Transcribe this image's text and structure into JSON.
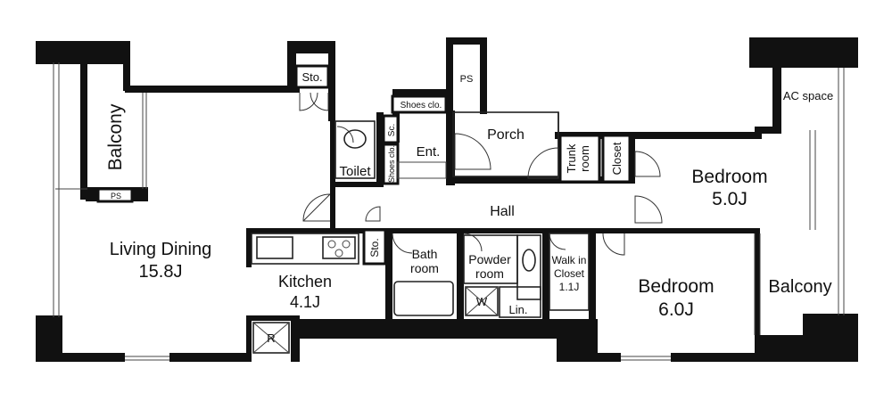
{
  "rooms": {
    "living_dining": {
      "name": "Living Dining",
      "size": "15.8J"
    },
    "kitchen": {
      "name": "Kitchen",
      "size": "4.1J"
    },
    "bedroom_a": {
      "name": "Bedroom",
      "size": "5.0J"
    },
    "bedroom_b": {
      "name": "Bedroom",
      "size": "6.0J"
    },
    "balcony_left": "Balcony",
    "balcony_right": "Balcony",
    "porch": "Porch",
    "hall": "Hall",
    "toilet": "Toilet",
    "entrance": "Ent.",
    "bath": [
      "Bath",
      "room"
    ],
    "powder": [
      "Powder",
      "room"
    ],
    "walk_in_closet": [
      "Walk in",
      "Closet",
      "1.1J"
    ],
    "trunk_room": [
      "Trunk",
      "room"
    ],
    "closet": "Closet",
    "ac_space": "AC space"
  },
  "storage": {
    "sto_top": "Sto.",
    "sto_kitchen": "Sto.",
    "shoes_clo_top": "Shoes clo.",
    "shoes_clo_side": "Shoes clo.",
    "sc": "Sc.",
    "lin": "Lin."
  },
  "fixtures": {
    "ps_top": "PS",
    "ps_balcony": "PS",
    "washer": "W",
    "refrigerator": "R"
  }
}
